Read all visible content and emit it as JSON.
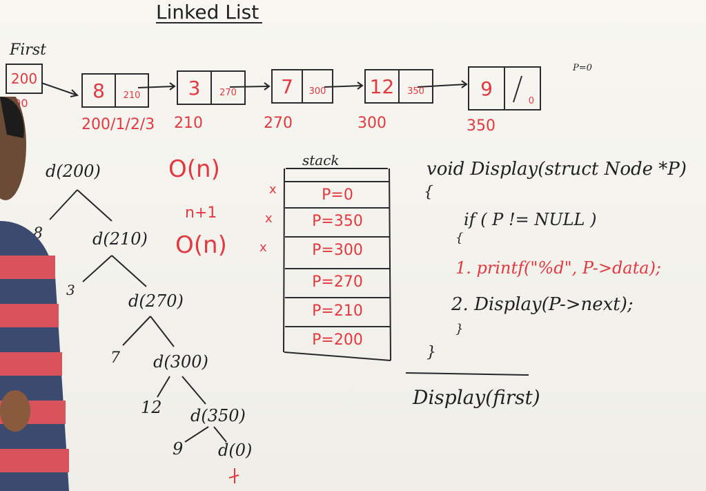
{
  "title": "Linked List",
  "first_label": "First",
  "first_value": "200",
  "first_address": "100",
  "nodes": [
    {
      "data": "8",
      "next": "210",
      "address": "200/1/2/3"
    },
    {
      "data": "3",
      "next": "270",
      "address": "210"
    },
    {
      "data": "7",
      "next": "300",
      "address": "270"
    },
    {
      "data": "12",
      "next": "350",
      "address": "300"
    },
    {
      "data": "9",
      "next": "0",
      "address": "350"
    }
  ],
  "side_note": "P=0",
  "complexity": {
    "time": "O(n)",
    "calls": "n+1",
    "space": "O(n)"
  },
  "stack": {
    "label": "stack",
    "entries": [
      "P=0",
      "P=350",
      "P=300",
      "P=270",
      "P=210",
      "P=200"
    ],
    "marks": [
      "x",
      "x",
      "x"
    ]
  },
  "tree": {
    "d200": "d(200)",
    "v8": "8",
    "d210": "d(210)",
    "v3": "3",
    "d270": "d(270)",
    "v7": "7",
    "d300": "d(300)",
    "v12": "12",
    "d350": "d(350)",
    "v9": "9",
    "d0": "d(0)"
  },
  "code": {
    "signature": "void Display(struct Node *P)",
    "open_brace": "{",
    "if_line": "if ( P != NULL )",
    "inner_open": "{",
    "line1": "1. printf(\"%d\", P->data);",
    "line2": "2. Display(P->next);",
    "inner_close": "}",
    "close_brace": "}",
    "call": "Display(first)"
  },
  "colors": {
    "board": "#f4f3ee",
    "ink_red": "#e2383f",
    "ink_black": "#1f1f24"
  }
}
